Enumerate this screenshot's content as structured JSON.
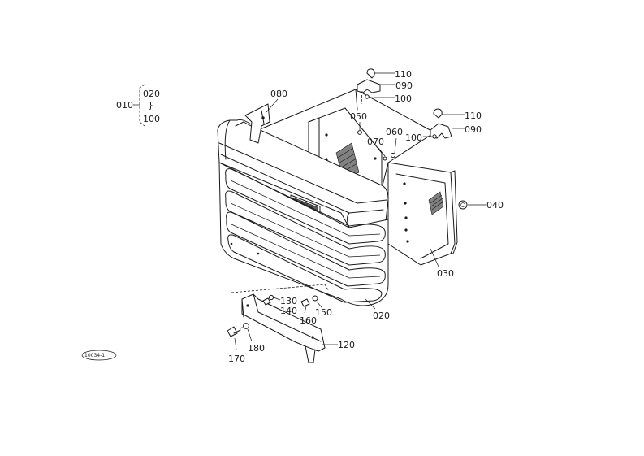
{
  "group": {
    "parent": "010",
    "from": "020",
    "connector": "}",
    "to": "100"
  },
  "labels": {
    "p080": "080",
    "p110a": "110",
    "p090a": "090",
    "p100a": "100",
    "p110b": "110",
    "p090b": "090",
    "p100b": "100",
    "p050": "050",
    "p060": "060",
    "p070": "070",
    "p040": "040",
    "p030": "030",
    "p020": "020",
    "p130": "130",
    "p140": "140",
    "p150": "150",
    "p160": "160",
    "p120": "120",
    "p170": "170",
    "p180": "180"
  },
  "stamp": "10034-1",
  "colors": {
    "ink": "#1a1a1a",
    "paper": "#ffffff"
  }
}
